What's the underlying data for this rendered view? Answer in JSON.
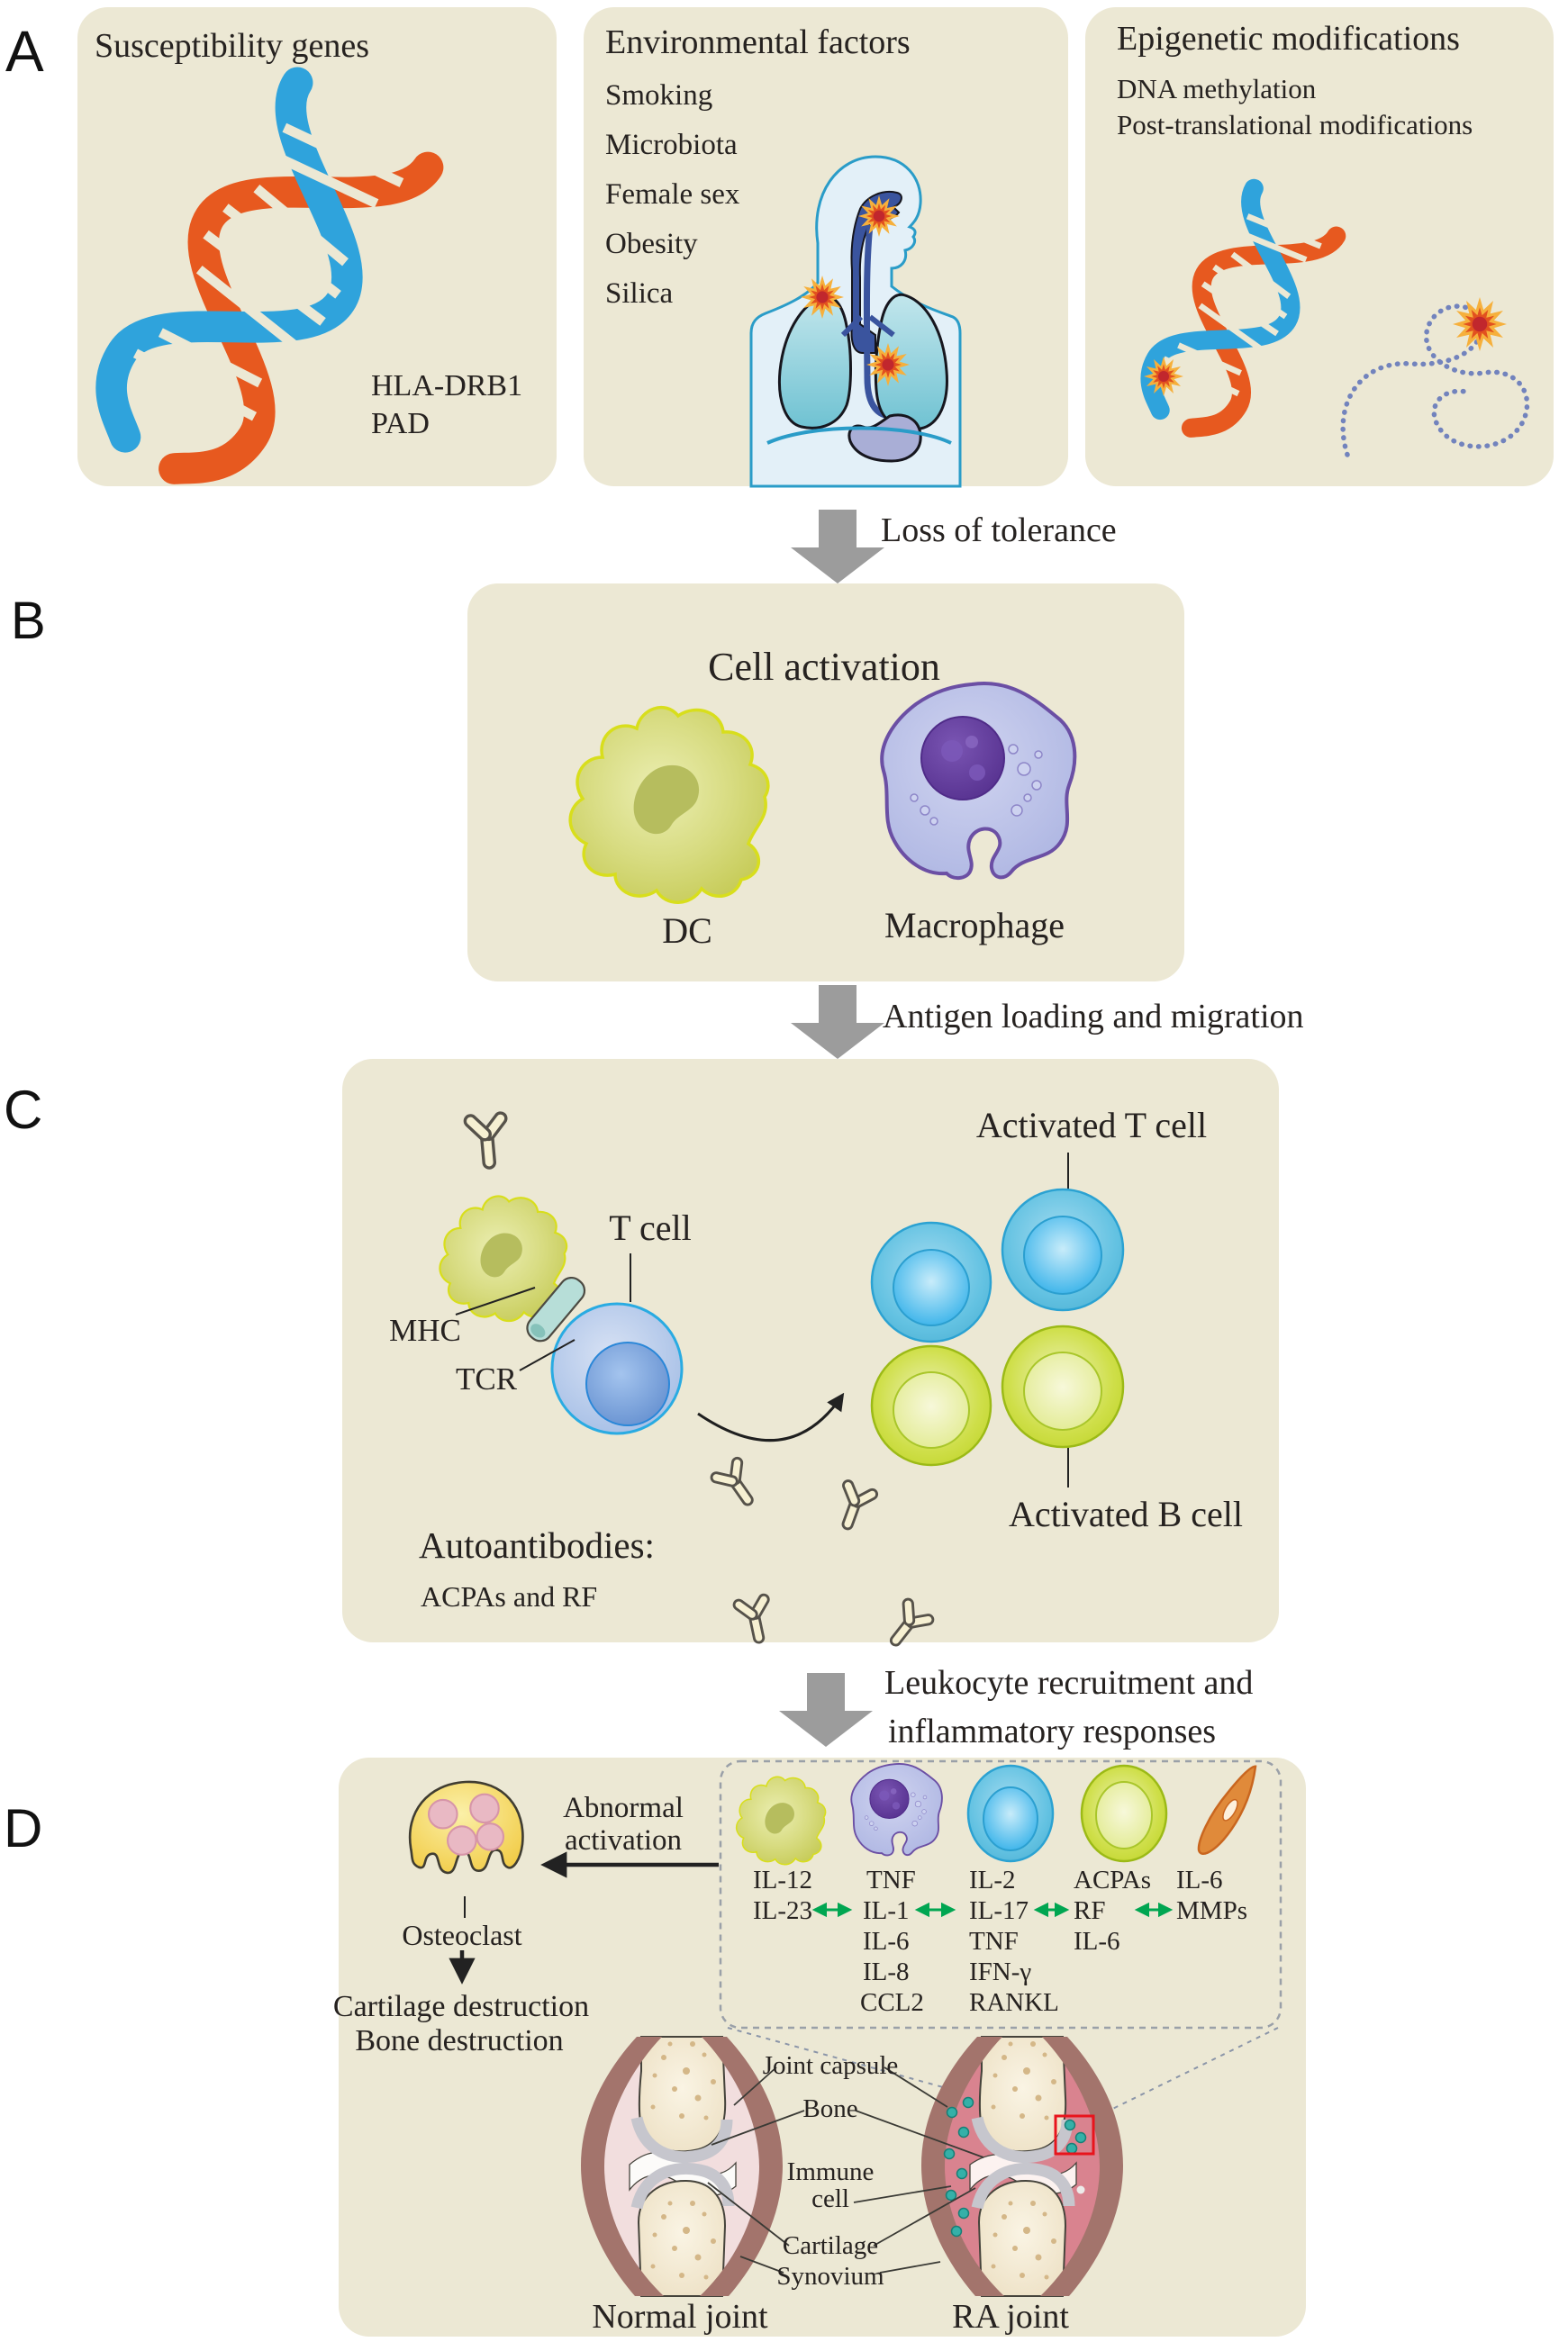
{
  "figure": {
    "panel_a": {
      "letter": "A",
      "susceptibility": {
        "title": "Susceptibility genes",
        "gene1": "HLA-DRB1",
        "gene2": "PAD"
      },
      "environmental": {
        "title": "Environmental factors",
        "factors": [
          "Smoking",
          "Microbiota",
          "Female sex",
          "Obesity",
          "Silica"
        ]
      },
      "epigenetic": {
        "title": "Epigenetic modifications",
        "item1": "DNA methylation",
        "item2": "Post-translational modifications"
      }
    },
    "arrow_loss": "Loss of tolerance",
    "panel_b": {
      "letter": "B",
      "title": "Cell activation",
      "dc_label": "DC",
      "macrophage_label": "Macrophage"
    },
    "arrow_antigen": "Antigen loading and migration",
    "panel_c": {
      "letter": "C",
      "t_cell": "T cell",
      "mhc": "MHC",
      "tcr": "TCR",
      "activated_t": "Activated T cell",
      "activated_b": "Activated B cell",
      "autoantibodies_title": "Autoantibodies:",
      "autoantibodies_sub": "ACPAs and RF"
    },
    "arrow_leukocyte_1": "Leukocyte recruitment and",
    "arrow_leukocyte_2": "inflammatory responses",
    "panel_d": {
      "letter": "D",
      "abnormal_1": "Abnormal",
      "abnormal_2": "activation",
      "osteoclast": "Osteoclast",
      "destruction_1": "Cartilage destruction",
      "destruction_2": "Bone destruction",
      "cytokines_dc": [
        "IL-12",
        "IL-23"
      ],
      "cytokines_macrophage": [
        "TNF",
        "IL-1",
        "IL-6",
        "IL-8",
        "CCL2"
      ],
      "cytokines_t": [
        "IL-2",
        "IL-17",
        "TNF",
        "IFN-γ",
        "RANKL"
      ],
      "cytokines_b": [
        "ACPAs",
        "RF",
        "IL-6"
      ],
      "cytokines_fibroblast": [
        "IL-6",
        "MMPs"
      ],
      "joint_labels": {
        "capsule": "Joint capsule",
        "bone": "Bone",
        "immune_1": "Immune",
        "immune_2": "cell",
        "cartilage": "Cartilage",
        "synovium": "Synovium"
      },
      "caption_normal": "Normal joint",
      "caption_ra": "RA joint"
    },
    "colors": {
      "panel_bg": "#ece8d4",
      "dna_orange": "#e7591f",
      "dna_blue": "#2fa3dc",
      "arrow_gray": "#9c9c9c",
      "green_arrow": "#00a651",
      "highlight_red": "#e8141c",
      "capsule_brown": "#a3746c",
      "synovium_pink_normal": "#f2dede",
      "synovium_pink_ra": "#d9838f",
      "immune_cell_teal": "#35b0a8"
    }
  }
}
